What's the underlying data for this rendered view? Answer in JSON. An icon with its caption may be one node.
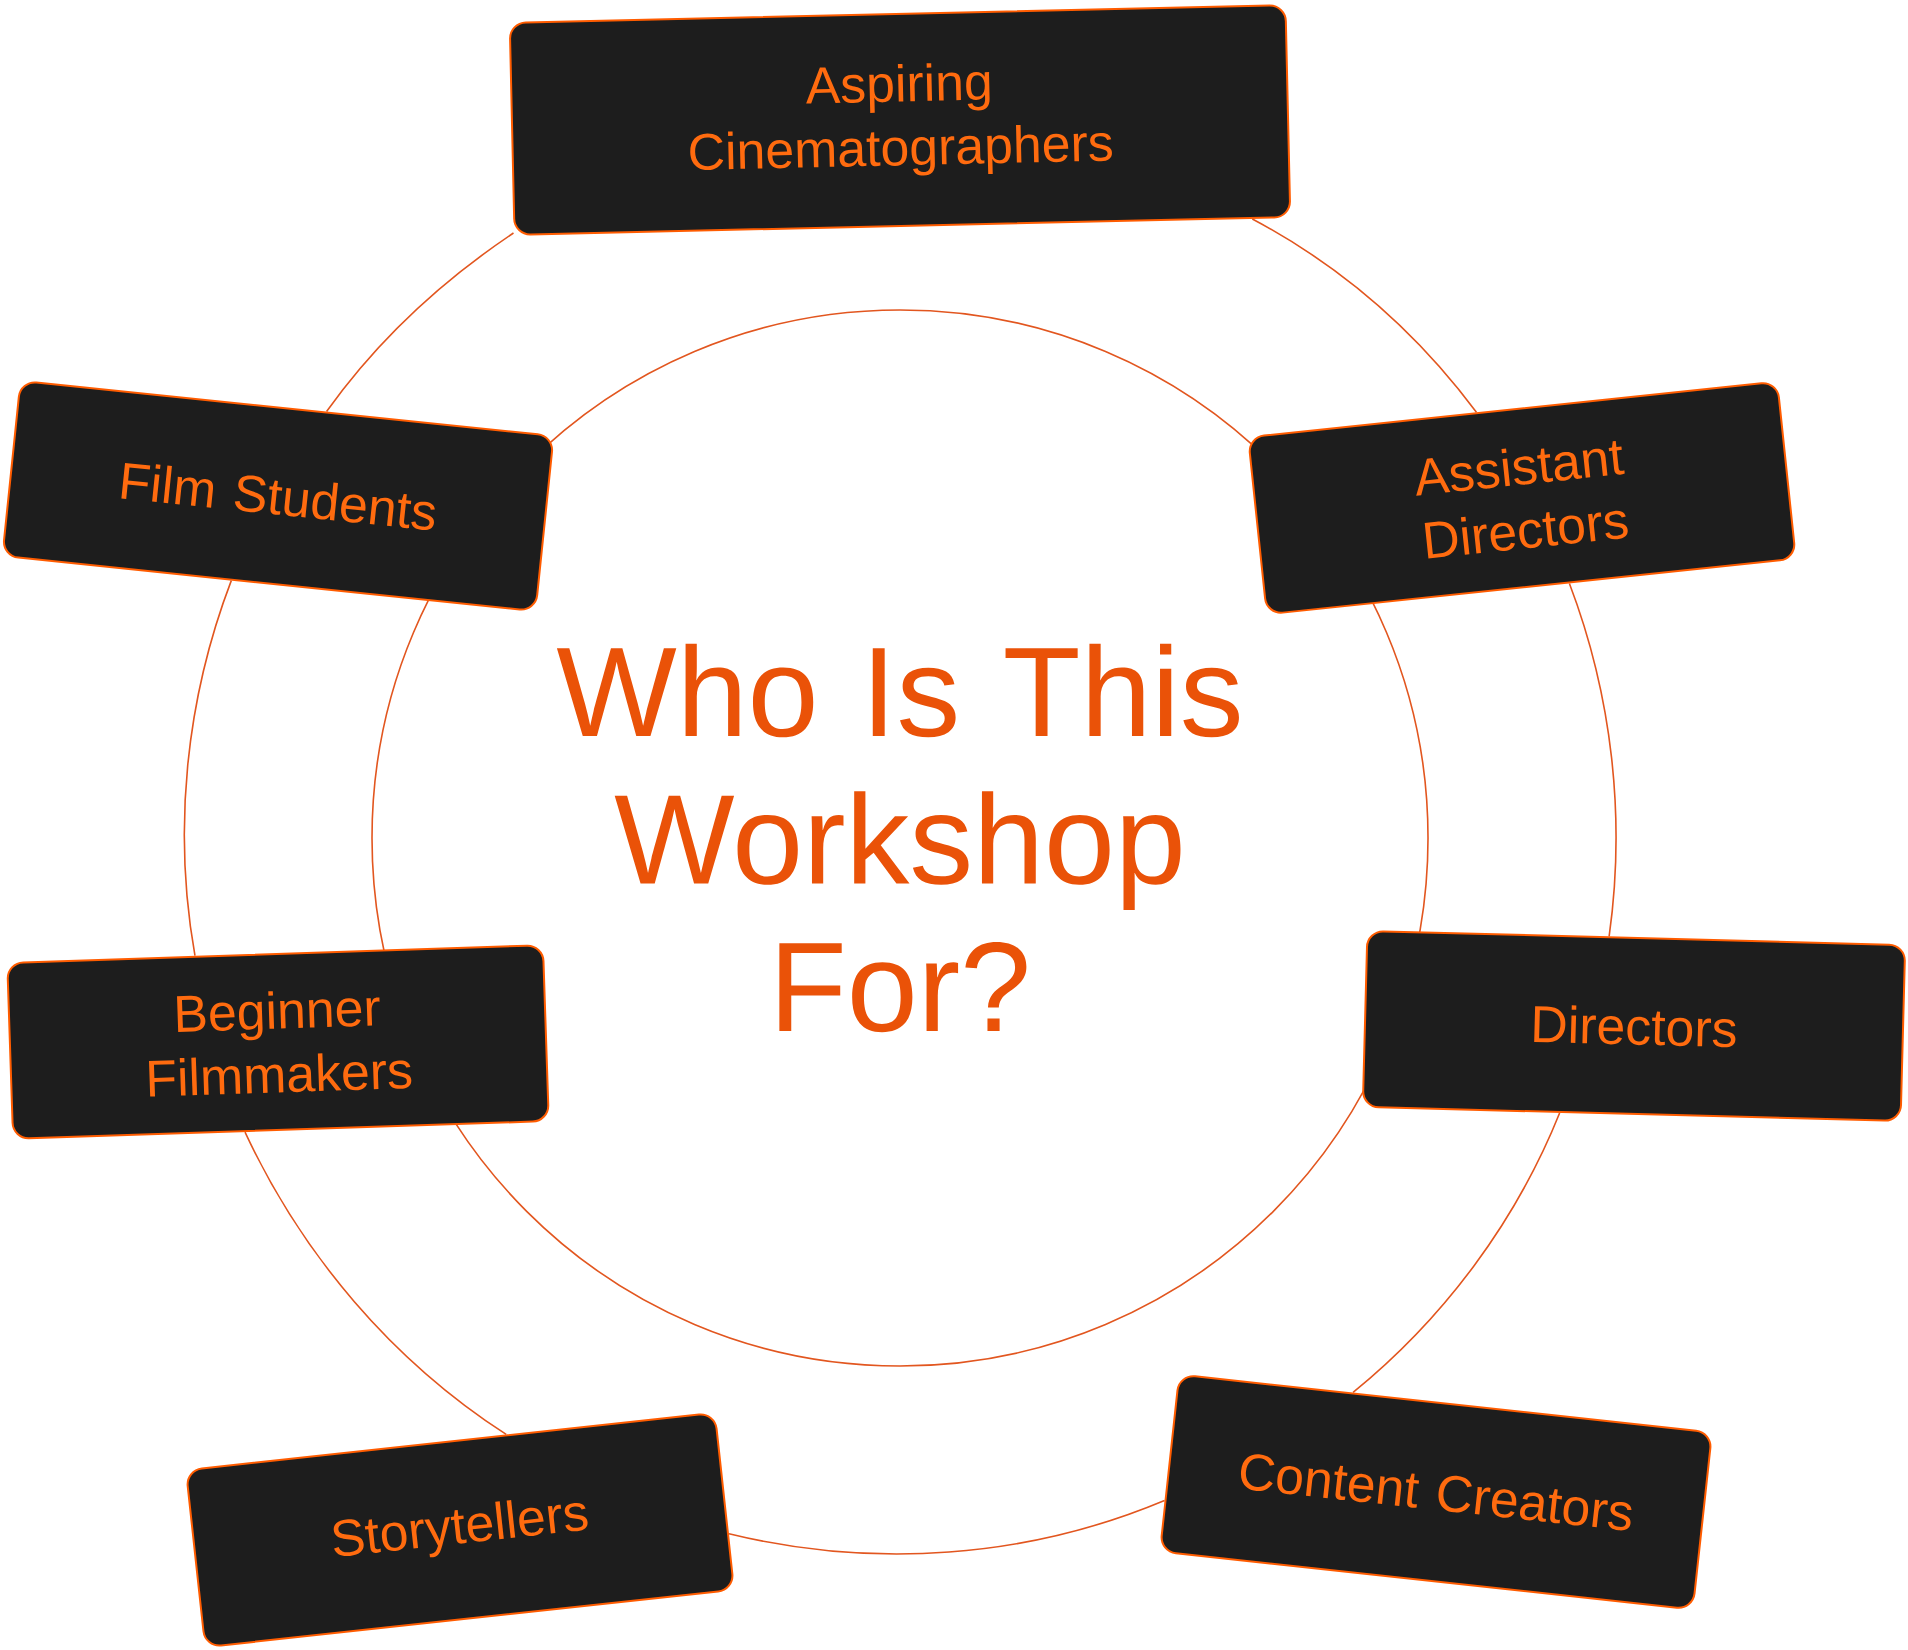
{
  "diagram": {
    "nodes": [
      {
        "text": [
          "Who Is This Workshop For?"
        ]
      },
      {
        "text": [
          "Aspiring Cinematographers"
        ]
      },
      {
        "text": [
          "Film Students"
        ]
      },
      {
        "text": [
          "Assistant Directors"
        ]
      },
      {
        "text": [
          "Beginner Filmmakers"
        ]
      },
      {
        "text": [
          "Directors"
        ]
      },
      {
        "text": [
          "Storytellers"
        ]
      },
      {
        "text": [
          "Content Creators"
        ]
      }
    ],
    "edges": [
      {
        "from": 1,
        "to": 3,
        "arrow": "none"
      },
      {
        "from": 3,
        "to": 5,
        "arrow": "none"
      },
      {
        "from": 5,
        "to": 7,
        "arrow": "none"
      },
      {
        "from": 7,
        "to": 6,
        "arrow": "none"
      },
      {
        "from": 6,
        "to": 4,
        "arrow": "none"
      },
      {
        "from": 4,
        "to": 2,
        "arrow": "none"
      },
      {
        "from": 2,
        "to": 1,
        "arrow": "none"
      }
    ]
  }
}
